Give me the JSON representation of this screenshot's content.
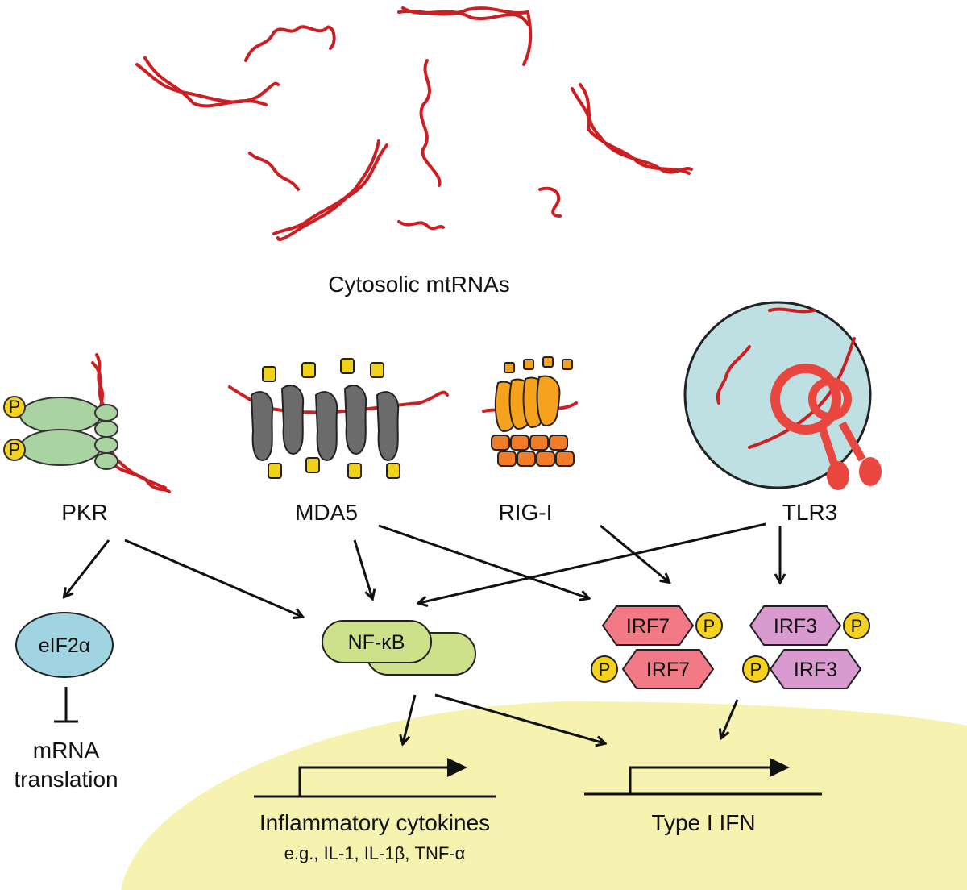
{
  "title": "Cytosolic mtRNAs",
  "sensors": {
    "pkr": "PKR",
    "mda5": "MDA5",
    "rigi": "RIG-I",
    "tlr3": "TLR3"
  },
  "effectors": {
    "eif2a": "eIF2α",
    "nfkb": "NF-κB",
    "irf7": "IRF7",
    "irf3": "IRF3",
    "phospho": "P"
  },
  "outcomes": {
    "translation_line1": "mRNA",
    "translation_line2": "translation",
    "cytokines": "Inflammatory cytokines",
    "cytokines_examples": "e.g., IL-1, IL-1β, TNF-α",
    "ifn": "Type I IFN"
  },
  "colors": {
    "rna": "#cc1f24",
    "pkr": "#a9d3a0",
    "eif2a": "#9fd4e0",
    "nfkb": "#cde08a",
    "irf7": "#f27a86",
    "irf3": "#d99ad0",
    "phospho": "#f4d21e",
    "nucleus": "#f6f2b0",
    "endosome": "#bfe0e2",
    "mda5_body": "#6b6b6b",
    "rigi_card": "#f7a21c",
    "rigi_base": "#f07c28",
    "tlr3": "#e8463e"
  }
}
